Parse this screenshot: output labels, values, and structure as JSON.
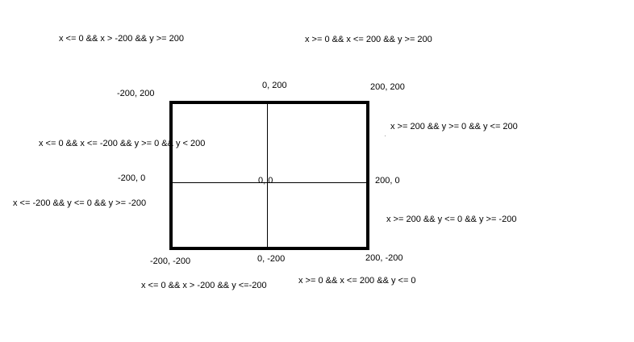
{
  "conditions": {
    "top_left": "x <= 0 && x > -200 &&  y >= 200",
    "top_right": "x >= 0 && x <= 200 && y >= 200",
    "left_upper": "x <= 0 && x <= -200 && y >= 0 && y < 200",
    "right_upper": "x >= 200 && y >= 0 && y <= 200",
    "left_lower": "x <= -200 && y <= 0 && y >= -200",
    "right_lower": "x >= 200 && y <= 0 && y >= -200",
    "bottom_left": "x <= 0 && x > -200 && y <=-200",
    "bottom_right": "x >= 0 && x <= 200 && y <= 0"
  },
  "coords": {
    "top_left": "-200, 200",
    "top_mid": "0, 200",
    "top_right": "200, 200",
    "mid_left": "-200, 0",
    "center": "0, 0",
    "mid_right": "200, 0",
    "bottom_left": "-200, -200",
    "bottom_mid": "0, -200",
    "bottom_right": "200, -200"
  }
}
